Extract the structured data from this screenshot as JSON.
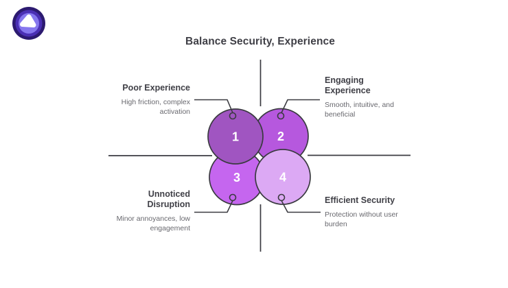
{
  "title": "Balance Security, Experience",
  "logo": {
    "icon": "purple-concentric-pick-logo",
    "outer_color": "#2C1A70",
    "mid_color": "#4A2FB4",
    "inner_color": "#8677EE",
    "shape_color": "#FFFFFF"
  },
  "quadrants": [
    {
      "number": "1",
      "label": "Poor Experience",
      "description": "High friction, complex activation",
      "circle_color": "#A055C1",
      "position": "top-left"
    },
    {
      "number": "2",
      "label": "Engaging Experience",
      "description": "Smooth, intuitive, and beneficial",
      "circle_color": "#B658DE",
      "position": "top-right"
    },
    {
      "number": "3",
      "label": "Unnoticed Disruption",
      "description": "Minor annoyances, low engagement",
      "circle_color": "#C566EF",
      "position": "bottom-left"
    },
    {
      "number": "4",
      "label": "Efficient Security",
      "description": "Protection without user burden",
      "circle_color": "#DCA9F4",
      "position": "bottom-right"
    }
  ],
  "colors": {
    "stroke": "#3A3A40",
    "heading_text": "#3F3F46",
    "description_text": "#68686E",
    "background": "#FFFFFF"
  }
}
